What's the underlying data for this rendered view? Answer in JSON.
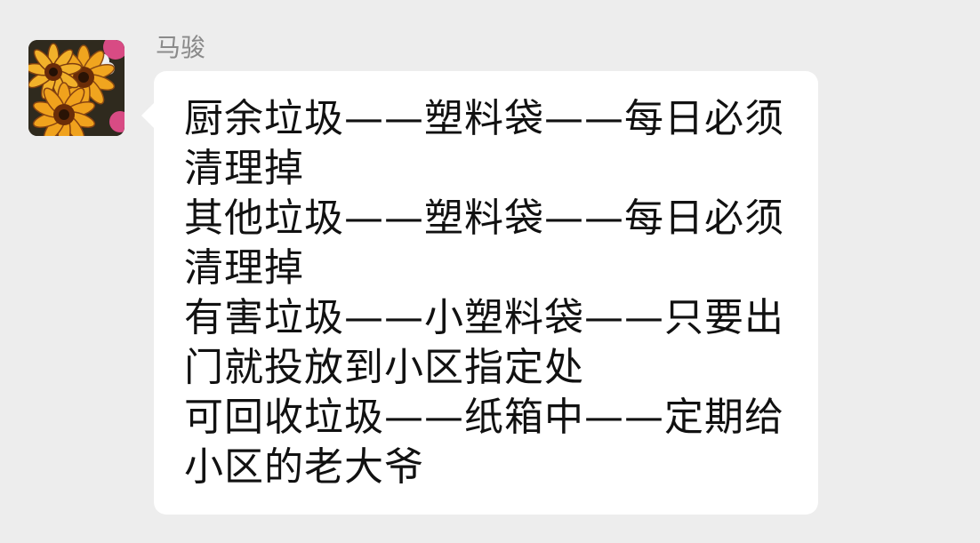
{
  "chat": {
    "sender_name": "马骏",
    "avatar_icon": "flower-photo-avatar",
    "message_text": "厨余垃圾——塑料袋——每日必须清理掉\n其他垃圾——塑料袋——每日必须清理掉\n有害垃圾——小塑料袋——只要出门就投放到小区指定处\n可回收垃圾——纸箱中——定期给小区的老大爷"
  },
  "colors": {
    "background": "#ededed",
    "bubble": "#ffffff",
    "sender_text": "#8a8a8a",
    "message_text": "#111111"
  }
}
